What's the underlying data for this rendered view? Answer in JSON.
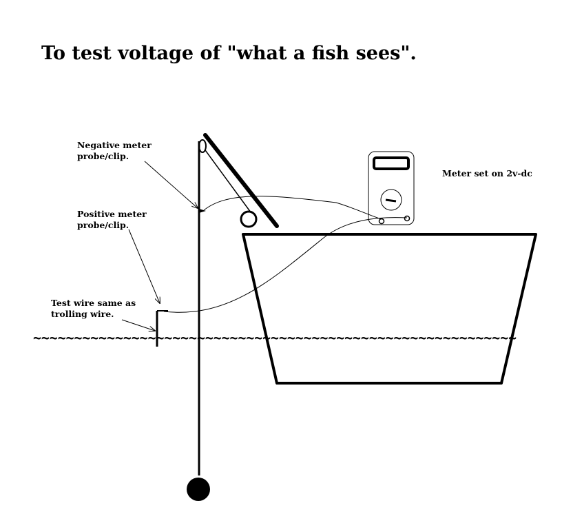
{
  "title": "To test voltage of \"what a fish sees\".",
  "labels": {
    "negative_line1": "Negative meter",
    "negative_line2": "probe/clip.",
    "positive_line1": "Positive meter",
    "positive_line2": "probe/clip.",
    "testwire_line1": "Test wire same as",
    "testwire_line2": "trolling wire.",
    "meter_setting": "Meter set on 2v-dc"
  },
  "waterline": "~~~~~~~~~~~~~~~~~~~~~~~~~~~~~~~~~~~~~~~~~~~~~~~~~~~~~~~~~~~",
  "colors": {
    "ink": "#000000",
    "background": "#ffffff"
  }
}
